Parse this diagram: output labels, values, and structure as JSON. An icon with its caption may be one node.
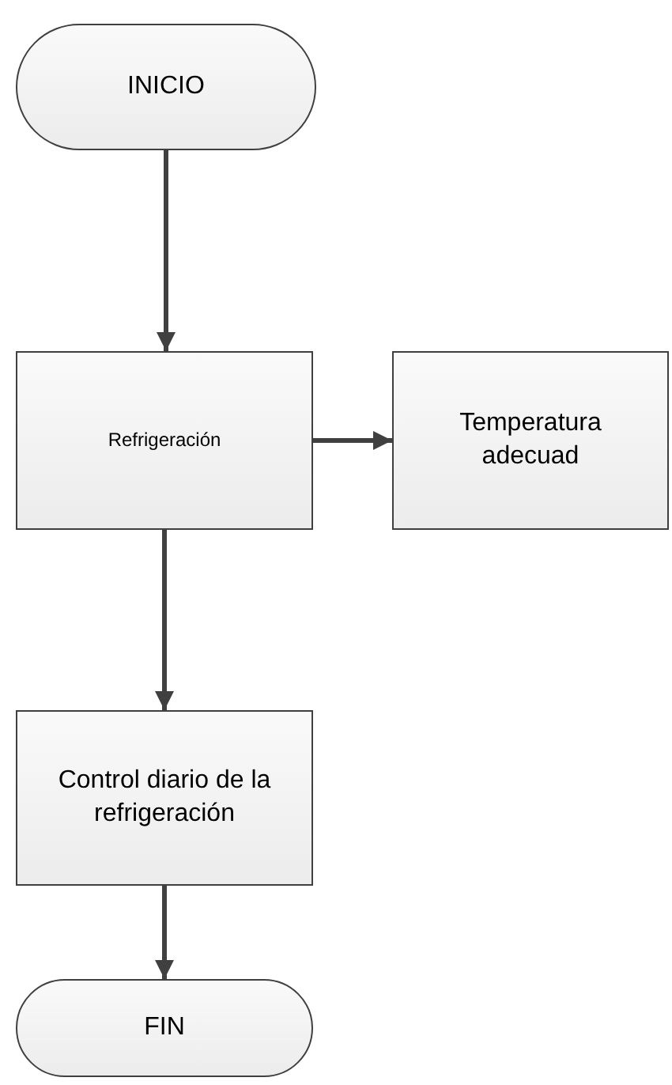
{
  "diagram": {
    "nodes": [
      {
        "text": [
          "INICIO"
        ]
      },
      {
        "text": [
          "Refrigeración"
        ]
      },
      {
        "text": [
          "Temperatura adecuad"
        ]
      },
      {
        "text": [
          "Control diario de la refrigeración"
        ]
      },
      {
        "text": [
          "FIN"
        ]
      }
    ],
    "edges": [
      {
        "from": 0,
        "to": 1,
        "arrow": "to"
      },
      {
        "from": 1,
        "to": 2,
        "arrow": "to"
      },
      {
        "from": 1,
        "to": 3,
        "arrow": "to"
      },
      {
        "from": 3,
        "to": 4,
        "arrow": "to"
      }
    ]
  }
}
